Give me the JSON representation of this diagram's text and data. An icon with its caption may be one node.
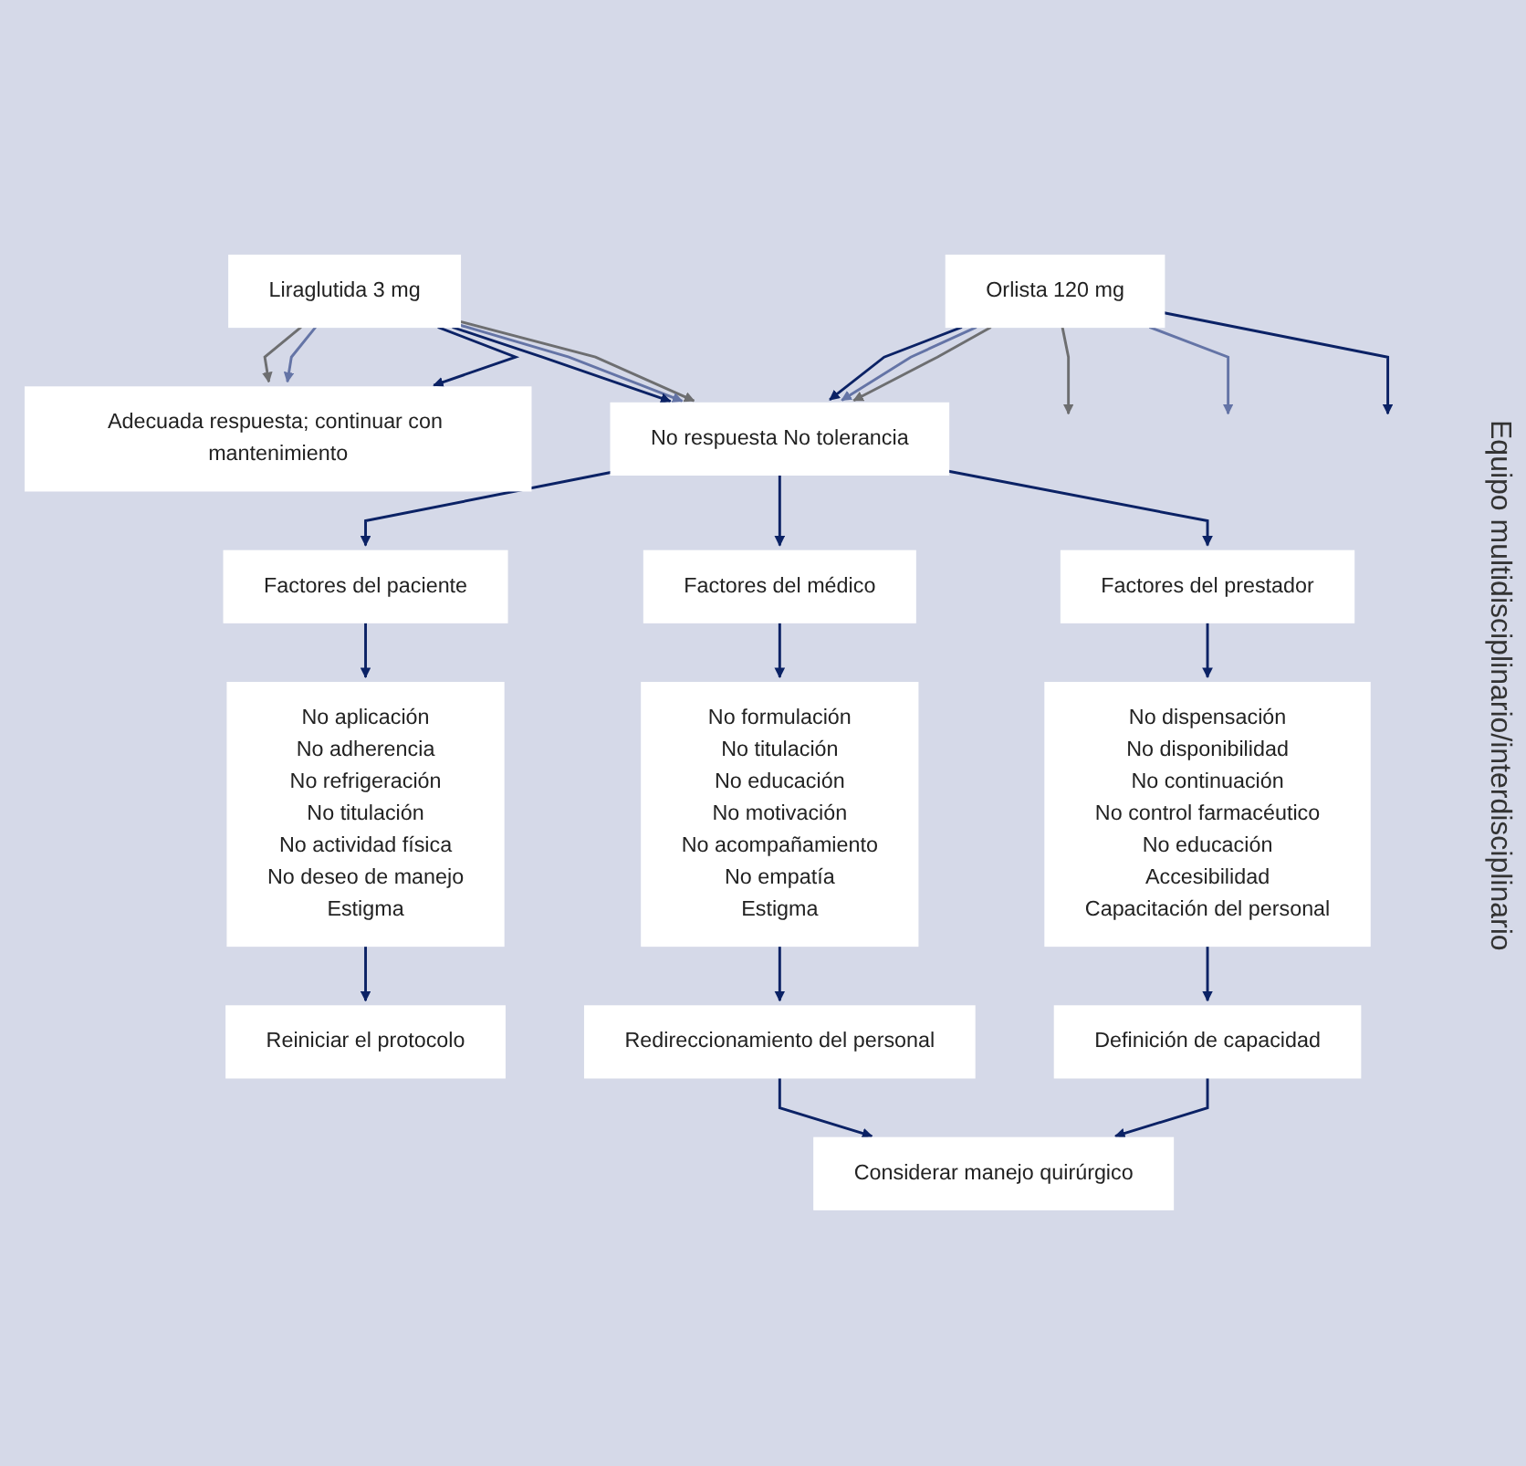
{
  "diagram": {
    "nodes": [
      {
        "text": [
          "Orlista 120 mg"
        ]
      },
      {
        "text": [
          "Liraglutida 3 mg"
        ]
      },
      {
        "text": [
          "Adecuada respuesta; continuar con mantenimiento"
        ]
      },
      {
        "text": [
          "No respuesta No tolerancia"
        ]
      },
      {
        "text": [
          "Factores del paciente"
        ]
      },
      {
        "text": [
          "Factores del prestador"
        ]
      },
      {
        "text": [
          "Factores del médico"
        ]
      },
      {
        "text": [
          "No aplicación",
          "No adherencia",
          "No refrigeración",
          "No titulación",
          "No actividad física",
          "No deseo de manejo",
          "Estigma"
        ]
      },
      {
        "text": [
          "No dispensación",
          "No disponibilidad",
          "No continuación",
          "No control farmacéutico",
          "No educación",
          "Accesibilidad",
          "Capacitación del personal"
        ]
      },
      {
        "text": [
          "No formulación",
          "No titulación",
          "No educación",
          "No motivación",
          "No acompañamiento",
          "No empatía",
          "Estigma"
        ]
      },
      {
        "text": [
          "Reiniciar el protocolo"
        ]
      },
      {
        "text": [
          "Definición de capacidad"
        ]
      },
      {
        "text": [
          "Redireccionamiento del personal"
        ]
      },
      {
        "text": [
          "Considerar manejo quirúrgico"
        ]
      }
    ],
    "edges": [
      {
        "from": 0,
        "to": null,
        "arrow": "to",
        "color": "#6d6e70"
      },
      {
        "from": 0,
        "to": null,
        "arrow": "to",
        "color": "#6474a6"
      },
      {
        "from": 0,
        "to": null,
        "arrow": "to"
      },
      {
        "from": 1,
        "to": 2,
        "arrow": "to"
      },
      {
        "from": 1,
        "to": 2,
        "arrow": "to",
        "color": "#6474a6"
      },
      {
        "from": 1,
        "to": 2,
        "arrow": "to",
        "color": "#6d6e70"
      },
      {
        "from": 0,
        "to": 3,
        "arrow": "to",
        "color": "#6d6e70"
      },
      {
        "from": 0,
        "to": 3,
        "arrow": "to",
        "color": "#6474a6"
      },
      {
        "from": 0,
        "to": 3,
        "arrow": "to"
      },
      {
        "from": 1,
        "to": 3,
        "arrow": "to",
        "color": "#6d6e70"
      },
      {
        "from": 1,
        "to": 3,
        "arrow": "to",
        "color": "#6474a6"
      },
      {
        "from": 1,
        "to": 3,
        "arrow": "to"
      },
      {
        "from": 3,
        "to": 4,
        "arrow": "to"
      },
      {
        "from": 3,
        "to": 5,
        "arrow": "to"
      },
      {
        "from": 3,
        "to": 6,
        "arrow": "to"
      },
      {
        "from": 4,
        "to": 7,
        "arrow": "to"
      },
      {
        "from": 5,
        "to": 8,
        "arrow": "to"
      },
      {
        "from": 6,
        "to": 9,
        "arrow": "to"
      },
      {
        "from": 7,
        "to": 10,
        "arrow": "to"
      },
      {
        "from": 8,
        "to": 11,
        "arrow": "to"
      },
      {
        "from": 9,
        "to": 12,
        "arrow": "to"
      },
      {
        "from": 11,
        "to": 13,
        "arrow": "to"
      },
      {
        "from": 12,
        "to": 13,
        "arrow": "to"
      }
    ],
    "labels": [
      "Equipo multidisciplinario/interdisciplinario"
    ]
  }
}
